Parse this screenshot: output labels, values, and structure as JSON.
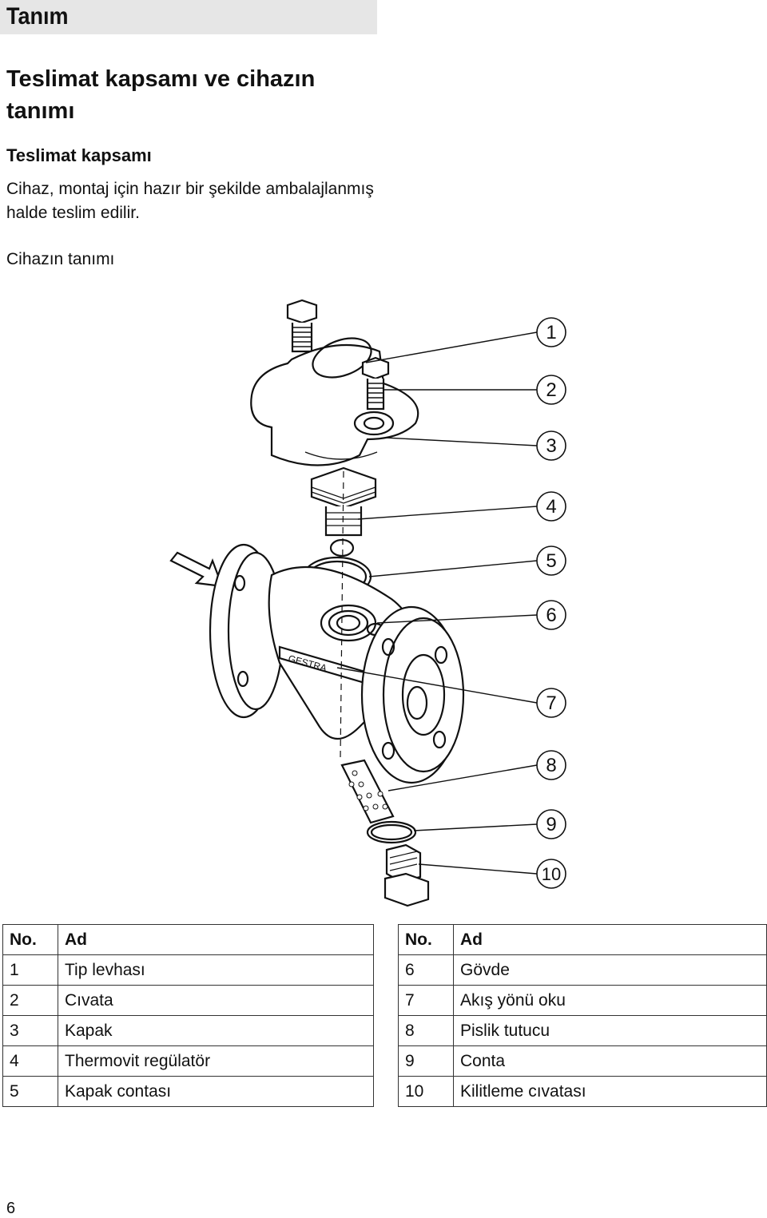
{
  "header": {
    "title": "Tanım"
  },
  "section": {
    "title": "Teslimat kapsamı ve cihazın tanımı",
    "delivery": {
      "title": "Teslimat kapsamı",
      "text": "Cihaz, montaj için hazır bir şekilde ambalajlanmış halde teslim edilir."
    },
    "description_title": "Cihazın tanımı"
  },
  "figure": {
    "callouts": [
      "1",
      "2",
      "3",
      "4",
      "5",
      "6",
      "7",
      "8",
      "9",
      "10"
    ],
    "brand_text": "GESTRA"
  },
  "tables": {
    "headers": {
      "no": "No.",
      "name": "Ad"
    },
    "left": [
      {
        "no": "1",
        "name": "Tip levhası"
      },
      {
        "no": "2",
        "name": "Cıvata"
      },
      {
        "no": "3",
        "name": "Kapak"
      },
      {
        "no": "4",
        "name": "Thermovit regülatör"
      },
      {
        "no": "5",
        "name": "Kapak contası"
      }
    ],
    "right": [
      {
        "no": "6",
        "name": "Gövde"
      },
      {
        "no": "7",
        "name": "Akış yönü oku"
      },
      {
        "no": "8",
        "name": "Pislik tutucu"
      },
      {
        "no": "9",
        "name": "Conta"
      },
      {
        "no": "10",
        "name": "Kilitleme cıvatası"
      }
    ]
  },
  "page_number": "6"
}
